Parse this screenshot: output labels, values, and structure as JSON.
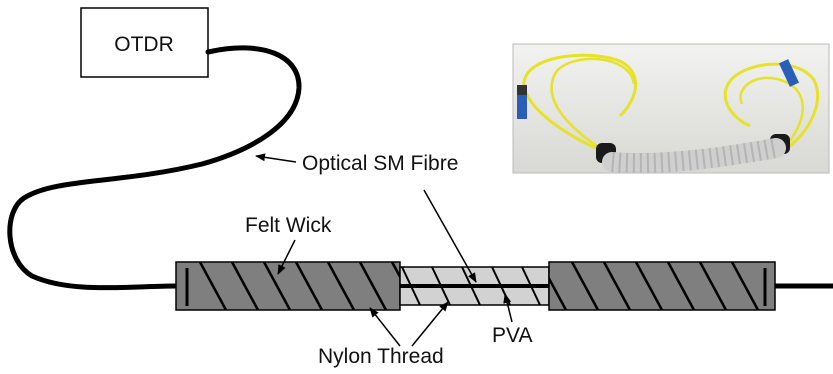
{
  "labels": {
    "otdr": "OTDR",
    "fibre": "Optical SM Fibre",
    "wick": "Felt Wick",
    "pva": "PVA",
    "thread": "Nylon Thread"
  },
  "colors": {
    "wick_fill": "#7f7f7f",
    "pva_fill": "#d2d2d2",
    "line": "#000000",
    "yellow_cable": "#e6e22a",
    "connector_blue": "#2a5fb8",
    "photo_bg": "#e9e9e6"
  }
}
